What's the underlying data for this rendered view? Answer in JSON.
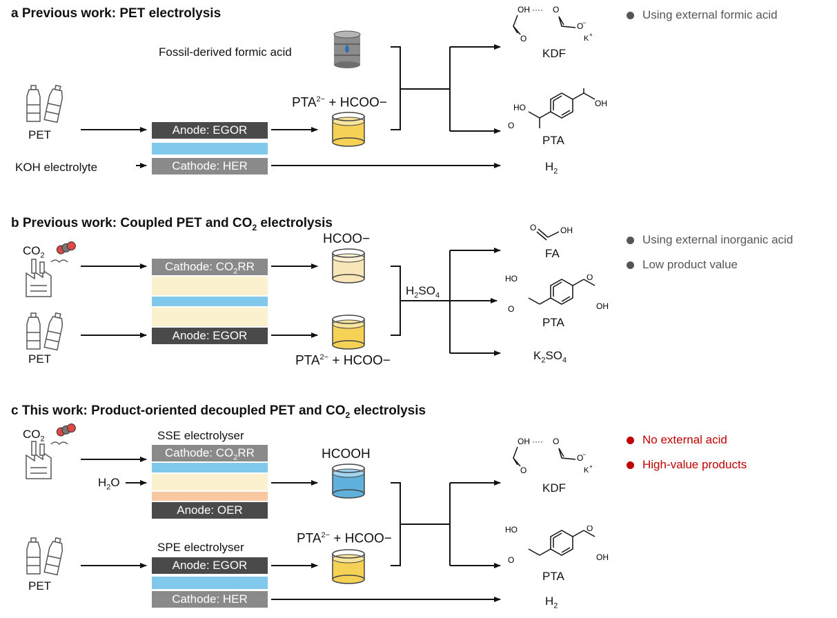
{
  "panel_a": {
    "title": "a Previous work: PET electrolysis",
    "fossil_label": "Fossil-derived formic acid",
    "pet_label": "PET",
    "koh_label": "KOH electrolyte",
    "anode_label": "Anode: EGOR",
    "cathode_label": "Cathode: HER",
    "mix_pta": "PTA",
    "mix_pta_charge": "2−",
    "mix_hcoo": " + HCOO−",
    "product_kdf": "KDF",
    "product_pta": "PTA",
    "product_h2": "H",
    "product_h2_sub": "2",
    "note": "Using external formic acid",
    "note_color": "#555555"
  },
  "panel_b": {
    "title_main": "b Previous work: Coupled PET and CO",
    "title_sub": "2",
    "title_tail": " electrolysis",
    "co2_label": "CO",
    "co2_sub": "2",
    "pet_label": "PET",
    "cathode_main": "Cathode: CO",
    "cathode_sub": "2",
    "cathode_tail": "RR",
    "anode_label": "Anode: EGOR",
    "hcoo_label": "HCOO−",
    "mix_pta": "PTA",
    "mix_pta_charge": "2−",
    "mix_hcoo": " + HCOO−",
    "acid_main": "H",
    "acid_sub1": "2",
    "acid_mid": "SO",
    "acid_sub2": "4",
    "product_fa": "FA",
    "product_pta": "PTA",
    "product_k2so4_a": "K",
    "product_k2so4_sub1": "2",
    "product_k2so4_b": "SO",
    "product_k2so4_sub2": "4",
    "notes": [
      "Using external inorganic acid",
      "Low product value"
    ],
    "note_color": "#555555"
  },
  "panel_c": {
    "title_main": "c This work: Product-oriented decoupled PET and CO",
    "title_sub": "2",
    "title_tail": " electrolysis",
    "co2_label": "CO",
    "co2_sub": "2",
    "h2o_main": "H",
    "h2o_sub": "2",
    "h2o_tail": "O",
    "pet_label": "PET",
    "sse_label": "SSE electrolyser",
    "spe_label": "SPE electrolyser",
    "sse_cathode_main": "Cathode: CO",
    "sse_cathode_sub": "2",
    "sse_cathode_tail": "RR",
    "sse_anode_label": "Anode: OER",
    "spe_anode_label": "Anode: EGOR",
    "spe_cathode_label": "Cathode: HER",
    "hcooh_label": "HCOOH",
    "mix_pta": "PTA",
    "mix_pta_charge": "2−",
    "mix_hcoo": " + HCOO−",
    "product_kdf": "KDF",
    "product_pta": "PTA",
    "product_h2": "H",
    "product_h2_sub": "2",
    "notes": [
      "No external acid",
      "High-value products"
    ],
    "note_color": "#c00000"
  },
  "colors": {
    "membrane_blue": "#80c8ec",
    "electrolyte_cream": "#fcf1cf",
    "solid_electrolyte_peach": "#f8c9a0",
    "yellow_liquid": "#f5d256",
    "pale_liquid": "#f8e6b8",
    "blue_liquid": "#5fb0db",
    "co2_red": "#e04848"
  },
  "molecules": {
    "kdf_oh": "OH",
    "kdf_o": "O",
    "kdf_o_minus": "O",
    "kdf_k": "K",
    "pta_ho": "HO",
    "pta_o": "O",
    "pta_oh": "OH",
    "fa_o": "O",
    "fa_oh": "OH"
  }
}
